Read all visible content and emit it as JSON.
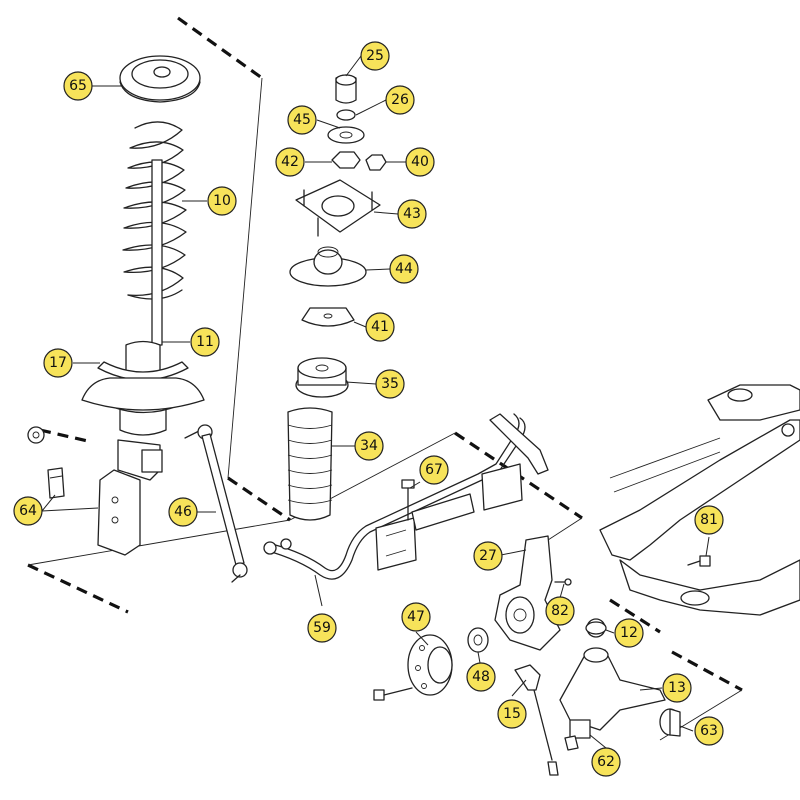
{
  "callouts": {
    "c10": "10",
    "c11": "11",
    "c12": "12",
    "c13": "13",
    "c15": "15",
    "c17": "17",
    "c25": "25",
    "c26": "26",
    "c27": "27",
    "c34": "34",
    "c35": "35",
    "c40": "40",
    "c41": "41",
    "c42": "42",
    "c43": "43",
    "c44": "44",
    "c45": "45",
    "c46": "46",
    "c47": "47",
    "c48": "48",
    "c59": "59",
    "c62": "62",
    "c63": "63",
    "c64": "64",
    "c65": "65",
    "c67": "67",
    "c81": "81",
    "c82": "82"
  },
  "colors": {
    "bubble": "#f7e35a",
    "line": "#222222",
    "background": "#ffffff"
  }
}
